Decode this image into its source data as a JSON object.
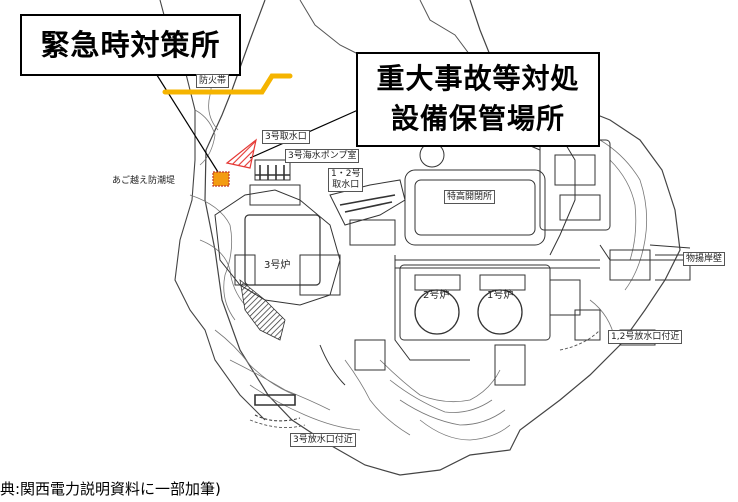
{
  "callouts": {
    "emergency_center": "緊急時対策所",
    "equipment_storage_line1": "重大事故等対処",
    "equipment_storage_line2": "設備保管場所"
  },
  "map_labels": {
    "firewall": "防火帯",
    "ago_seawall": "あご越え防潮堤",
    "unit3_intake": "3号取水口",
    "unit3_pump_room": "3号海水ポンプ室",
    "unit12_intake_line1": "1・2号",
    "unit12_intake_line2": "取水口",
    "switchyard": "特高開閉所",
    "unit3_reactor": "3号炉",
    "unit2_reactor": "2号炉",
    "unit1_reactor": "1号炉",
    "cargo_pier": "物揚岸壁",
    "unit12_outlet": "1,2号放水口付近",
    "unit3_outlet": "3号放水口付近"
  },
  "caption": "典:関西電力説明資料に一部加筆)",
  "colors": {
    "firewall": "#f5b400",
    "emergency_marker": "#f39c12",
    "storage_hatch": "#e53935",
    "map_line": "#444444"
  }
}
